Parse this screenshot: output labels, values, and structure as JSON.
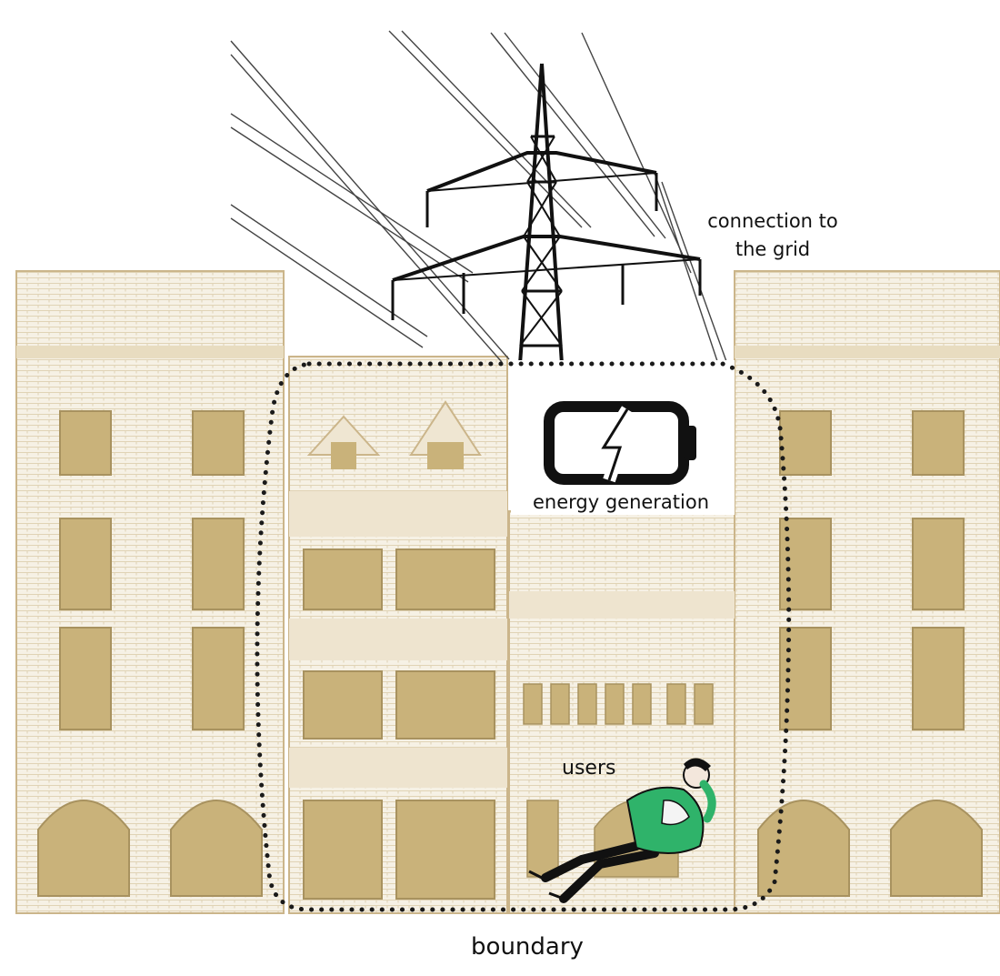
{
  "labels": {
    "grid_line1": "connection to",
    "grid_line2": "the grid",
    "energy": "energy generation",
    "users": "users",
    "boundary": "boundary"
  },
  "icons": [
    "transmission-tower-icon",
    "battery-charging-icon",
    "relaxing-person-icon"
  ],
  "colors": {
    "building_line": "#cbb58a",
    "window_fill": "#c9b27a",
    "boundary_dots": "#1a1a1a",
    "person_jacket": "#2fb36a"
  }
}
